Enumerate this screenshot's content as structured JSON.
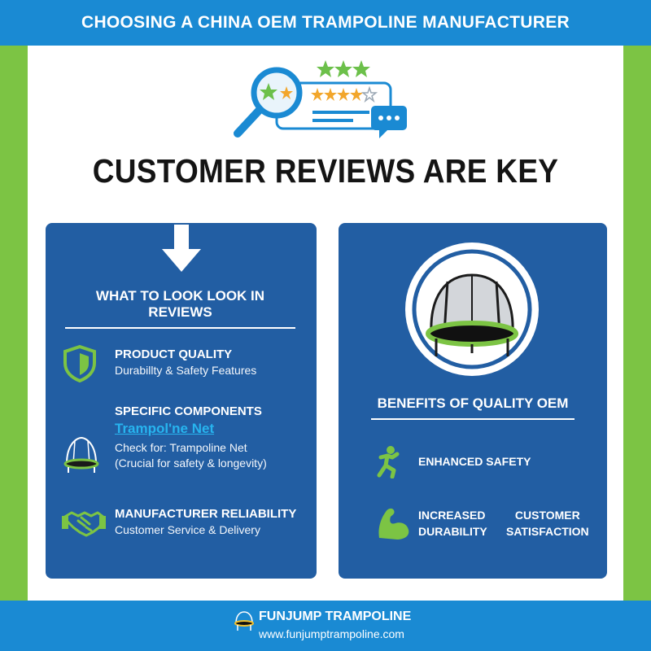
{
  "header": {
    "title": "CHOOSING A CHINA OEM TRAMPOLINE MANUFACTURER"
  },
  "hero": {
    "icon": "magnifier-star-reviews-icon",
    "headline": "CUSTOMER REVIEWS ARE KEY"
  },
  "left_panel": {
    "title": "WHAT TO LOOK LOOK IN REVIEWS",
    "items": [
      {
        "icon": "shield-icon",
        "heading": "PRODUCT QUALITY",
        "sub": "Durabillty & Safety Features"
      },
      {
        "icon": "trampoline-icon",
        "heading": "SPECIFIC COMPONENTS",
        "link": "Trampol'ne Net",
        "sub": "Check for: Trampoline Net",
        "sub2": "(Crucial for safety & longevity)"
      },
      {
        "icon": "handshake-icon",
        "heading": "MANUFACTURER RELIABILITY",
        "sub": "Customer Service & Delivery"
      }
    ]
  },
  "right_panel": {
    "title": "BENEFITS OF QUALITY OEM",
    "benefits": {
      "safety": "ENHANCED SAFETY",
      "durability_line1": "INCREASED",
      "durability_line2": "DURABILITY",
      "satisfaction_line1": "CUSTOMER",
      "satisfaction_line2": "SATISFACTION"
    }
  },
  "footer": {
    "brand": "FUNJUMP TRAMPOLINE",
    "url": "www.funjumptrampoline.com"
  },
  "colors": {
    "banner_blue": "#1a8ad3",
    "panel_blue": "#225ea3",
    "accent_green": "#7cc444",
    "link_cyan": "#27b4ef"
  }
}
